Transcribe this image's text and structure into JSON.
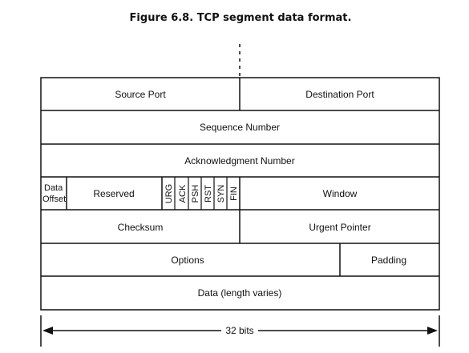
{
  "figure": {
    "title": "Figure 6.8. TCP segment data format."
  },
  "rows": {
    "row1": {
      "source_port": "Source Port",
      "destination_port": "Destination Port"
    },
    "row2": {
      "sequence_number": "Sequence Number"
    },
    "row3": {
      "acknowledgment_number": "Acknowledgment Number"
    },
    "row4": {
      "data_offset_line1": "Data",
      "data_offset_line2": "Offset",
      "reserved": "Reserved",
      "flags": [
        "URG",
        "ACK",
        "PSH",
        "RST",
        "SYN",
        "FIN"
      ],
      "window": "Window"
    },
    "row5": {
      "checksum": "Checksum",
      "urgent_pointer": "Urgent Pointer"
    },
    "row6": {
      "options": "Options",
      "padding": "Padding"
    },
    "row7": {
      "data": "Data (length varies)"
    }
  },
  "width_indicator": {
    "label": "32 bits"
  }
}
